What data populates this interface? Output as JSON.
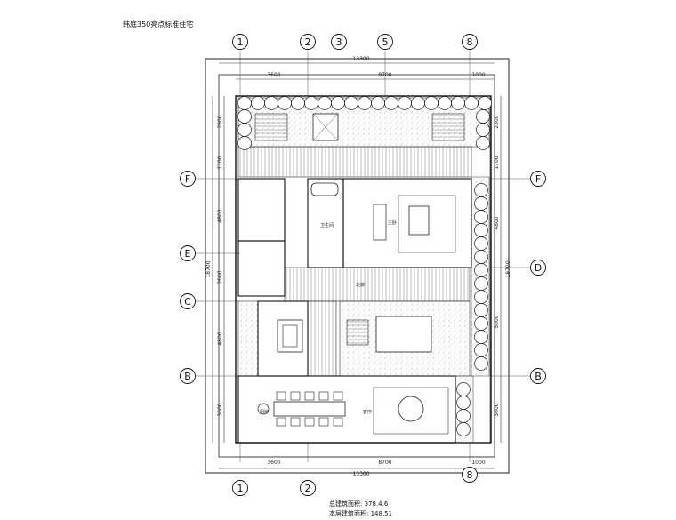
{
  "title": "韩庭350亮点标准住宅",
  "grid": {
    "top_bubbles": [
      "1",
      "2",
      "3",
      "5",
      "8"
    ],
    "bottom_bubbles": [
      "1",
      "2",
      "8"
    ],
    "left_bubbles": [
      "F",
      "E",
      "C",
      "B"
    ],
    "right_bubbles": [
      "F",
      "D",
      "B"
    ]
  },
  "dims": {
    "top": [
      "3600",
      "8700",
      "1000"
    ],
    "top_total": "13300",
    "bottom": [
      "3600",
      "8700",
      "1000"
    ],
    "bottom_total": "13300",
    "left": [
      "2800",
      "1700",
      "4800",
      "2600",
      "4800",
      "3600"
    ],
    "left_total": "18700",
    "right": [
      "2800",
      "1700",
      "4800",
      "5000",
      "3600"
    ],
    "right_total": "18700"
  },
  "rooms": {
    "kitchen": "厨房",
    "living": "客厅",
    "master": "主卧",
    "bath": "卫生间",
    "corridor": "走廊"
  },
  "footer": {
    "area_total": "总建筑面积: 378.4.6",
    "area_floor": "本层建筑面积: 148.51"
  }
}
